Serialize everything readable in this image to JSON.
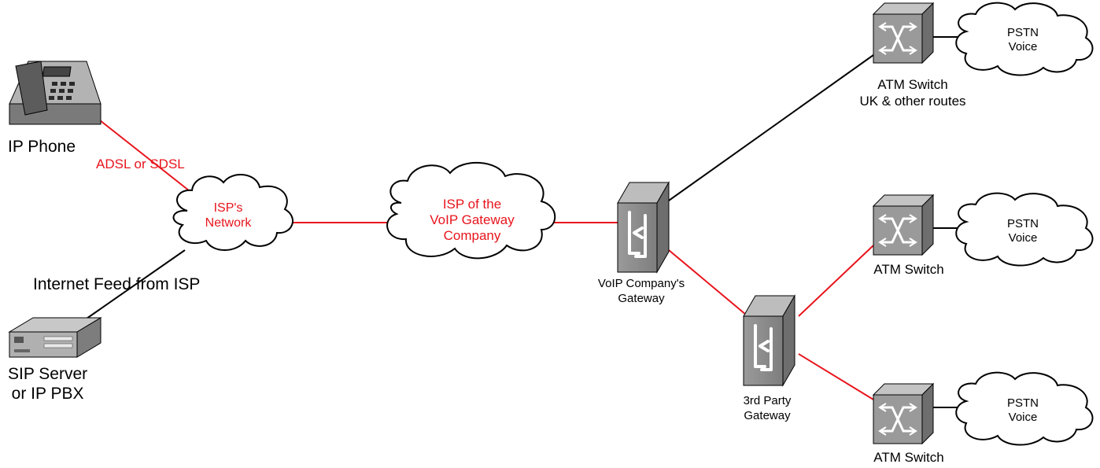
{
  "colors": {
    "red_link": "#e8141c",
    "black_link": "#000000",
    "device_gray": "#8c8c8c"
  },
  "devices": {
    "ip_phone": "IP Phone",
    "sip_server": [
      "SIP Server",
      "or IP PBX"
    ],
    "voip_gateway": [
      "VoIP Company's",
      "Gateway"
    ],
    "third_party_gateway": [
      "3rd Party",
      "Gateway"
    ],
    "atm_switch_top": [
      "ATM Switch",
      "UK & other routes"
    ],
    "atm_switch_mid": "ATM Switch",
    "atm_switch_bottom": "ATM Switch"
  },
  "clouds": {
    "isp_network": [
      "ISP's",
      "Network"
    ],
    "isp_voip": [
      "ISP of the",
      "VoIP Gateway",
      "Company"
    ],
    "pstn_top": [
      "PSTN",
      "Voice"
    ],
    "pstn_mid": [
      "PSTN",
      "Voice"
    ],
    "pstn_bottom": [
      "PSTN",
      "Voice"
    ]
  },
  "links": {
    "adsl": "ADSL or SDSL",
    "internet_feed": "Internet Feed from ISP"
  }
}
